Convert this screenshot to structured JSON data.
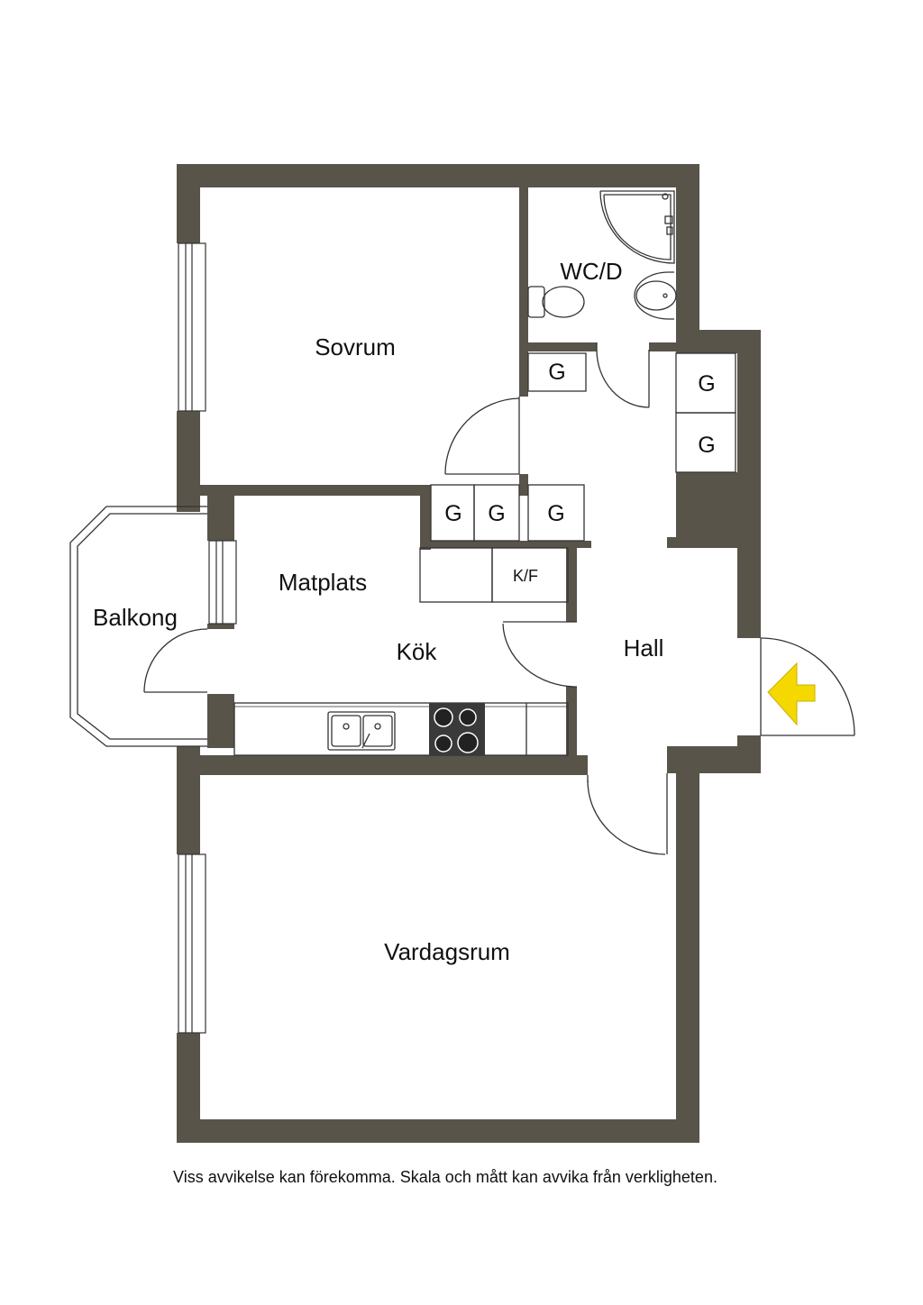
{
  "rooms": {
    "sovrum": "Sovrum",
    "wc": "WC/D",
    "matplats": "Matplats",
    "kok": "Kök",
    "balkong": "Balkong",
    "hall": "Hall",
    "vardagsrum": "Vardagsrum"
  },
  "storage": {
    "label": "G",
    "fridge_freezer": "K/F"
  },
  "disclaimer": "Viss avvikelse kan förekomma. Skala och mått kan avvika från verkligheten.",
  "colors": {
    "wall": "#58544a",
    "entrance_arrow": "#f5d800",
    "background": "#ffffff"
  },
  "icons": {
    "entrance": "entrance-arrow-icon",
    "sink": "kitchen-sink-icon",
    "stove": "stove-icon",
    "toilet": "toilet-icon",
    "washbasin": "washbasin-icon",
    "shower": "shower-icon"
  }
}
